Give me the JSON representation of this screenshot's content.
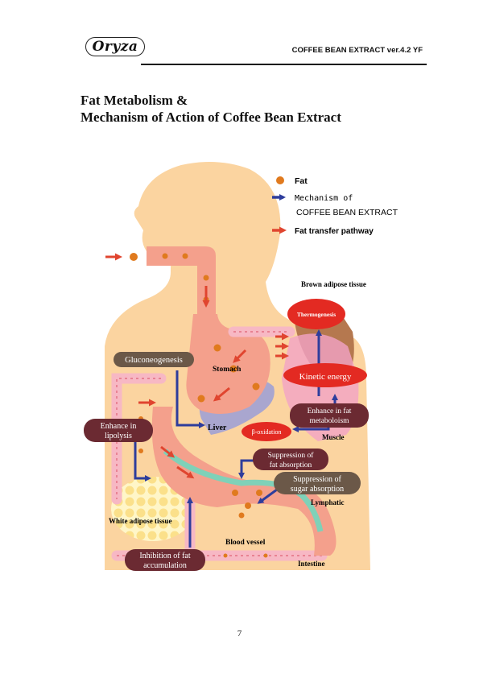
{
  "header": {
    "logo": "Oryza",
    "title": "COFFEE BEAN EXTRACT ver.4.2 YF"
  },
  "title": {
    "line1": "Fat Metabolism &",
    "line2": "Mechanism of Action of Coffee Bean Extract"
  },
  "legend": {
    "fat": "Fat",
    "mechanism_line1": "Mechanism of",
    "mechanism_line2": "COFFEE BEAN EXTRACT",
    "pathway": "Fat transfer pathway"
  },
  "labels": {
    "brown_adipose": "Brown adipose tissue",
    "thermogenesis": "Thermogenesis",
    "gluconeogenesis": "Gluconeogenesis",
    "stomach": "Stomach",
    "kinetic_energy": "Kinetic energy",
    "enhance_fat_metab_1": "Enhance in fat",
    "enhance_fat_metab_2": "metaboloism",
    "enhance_lipolysis_1": "Enhance in",
    "enhance_lipolysis_2": "lipolysis",
    "liver": "Liver",
    "beta_oxidation": "β-oxidation",
    "muscle": "Muscle",
    "supp_fat_1": "Suppression of",
    "supp_fat_2": "fat absorption",
    "supp_sugar_1": "Suppression of",
    "supp_sugar_2": "sugar absorption",
    "lymphatic": "Lymphatic",
    "white_adipose": "White adipose tissue",
    "blood_vessel": "Blood vessel",
    "inhibition_1": "Inhibition of fat",
    "inhibition_2": "accumulation",
    "intestine": "Intestine"
  },
  "colors": {
    "skin": "#fbd4a0",
    "tract": "#f4a08c",
    "fat_dot": "#e07a1e",
    "mechanism_arrow": "#2e3d9c",
    "pathway_arrow": "#e0452f",
    "label_box": "#6b2a32",
    "red_oval": "#e32a22",
    "liver": "#a9a6cf",
    "brown_adipose": "#b5784f"
  },
  "page_number": "7"
}
